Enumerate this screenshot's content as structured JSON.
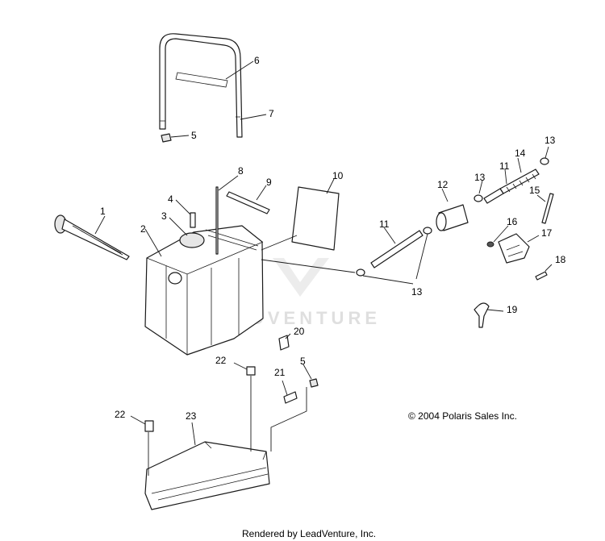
{
  "diagram": {
    "callouts": [
      {
        "id": "c1",
        "label": "1"
      },
      {
        "id": "c2",
        "label": "2"
      },
      {
        "id": "c3",
        "label": "3"
      },
      {
        "id": "c4",
        "label": "4"
      },
      {
        "id": "c5a",
        "label": "5"
      },
      {
        "id": "c5b",
        "label": "5"
      },
      {
        "id": "c6",
        "label": "6"
      },
      {
        "id": "c7",
        "label": "7"
      },
      {
        "id": "c8",
        "label": "8"
      },
      {
        "id": "c9",
        "label": "9"
      },
      {
        "id": "c10",
        "label": "10"
      },
      {
        "id": "c11a",
        "label": "11"
      },
      {
        "id": "c11b",
        "label": "11"
      },
      {
        "id": "c12",
        "label": "12"
      },
      {
        "id": "c13a",
        "label": "13"
      },
      {
        "id": "c13b",
        "label": "13"
      },
      {
        "id": "c13c",
        "label": "13"
      },
      {
        "id": "c14",
        "label": "14"
      },
      {
        "id": "c15",
        "label": "15"
      },
      {
        "id": "c16",
        "label": "16"
      },
      {
        "id": "c17",
        "label": "17"
      },
      {
        "id": "c18",
        "label": "18"
      },
      {
        "id": "c19",
        "label": "19"
      },
      {
        "id": "c20",
        "label": "20"
      },
      {
        "id": "c21",
        "label": "21"
      },
      {
        "id": "c22a",
        "label": "22"
      },
      {
        "id": "c22b",
        "label": "22"
      },
      {
        "id": "c23",
        "label": "23"
      }
    ],
    "copyright": "© 2004 Polaris Sales Inc.",
    "footer": "Rendered by LeadVenture, Inc.",
    "watermark": "LEADVENTURE"
  },
  "colors": {
    "line": "#1a1a1a",
    "watermark": "#d4d4d4",
    "background": "#ffffff"
  }
}
